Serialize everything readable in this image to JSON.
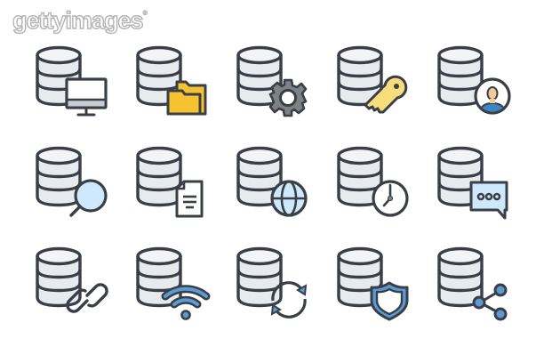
{
  "watermark": {
    "text": "gettyimages",
    "mark": "®"
  },
  "colors": {
    "stroke": "#3a3f47",
    "db_fill": "#e8ebed",
    "db_fill_top": "#f2f4f5",
    "folder_yellow": "#f5c330",
    "key_yellow": "#f7de7a",
    "light_blue": "#cde9fb",
    "mid_blue": "#5b9bd5",
    "gear_gray": "#7d8287",
    "monitor_gray": "#c9cdd1",
    "skin": "#f1c99a",
    "user_blue": "#3b86c6"
  },
  "icons": [
    {
      "row": 0,
      "col": 0,
      "name": "database-monitor-icon",
      "label": "Database with monitor"
    },
    {
      "row": 0,
      "col": 1,
      "name": "database-folder-icon",
      "label": "Database with folder"
    },
    {
      "row": 0,
      "col": 2,
      "name": "database-gear-icon",
      "label": "Database with gear"
    },
    {
      "row": 0,
      "col": 3,
      "name": "database-key-icon",
      "label": "Database with key"
    },
    {
      "row": 0,
      "col": 4,
      "name": "database-user-icon",
      "label": "Database with user"
    },
    {
      "row": 1,
      "col": 0,
      "name": "database-search-icon",
      "label": "Database with magnifier"
    },
    {
      "row": 1,
      "col": 1,
      "name": "database-document-icon",
      "label": "Database with document"
    },
    {
      "row": 1,
      "col": 2,
      "name": "database-globe-icon",
      "label": "Database with globe"
    },
    {
      "row": 1,
      "col": 3,
      "name": "database-clock-icon",
      "label": "Database with clock"
    },
    {
      "row": 1,
      "col": 4,
      "name": "database-chat-icon",
      "label": "Database with chat bubble"
    },
    {
      "row": 2,
      "col": 0,
      "name": "database-link-icon",
      "label": "Database with chain link"
    },
    {
      "row": 2,
      "col": 1,
      "name": "database-wifi-icon",
      "label": "Database with wifi"
    },
    {
      "row": 2,
      "col": 2,
      "name": "database-sync-icon",
      "label": "Database with sync arrows"
    },
    {
      "row": 2,
      "col": 3,
      "name": "database-shield-icon",
      "label": "Database with shield"
    },
    {
      "row": 2,
      "col": 4,
      "name": "database-share-icon",
      "label": "Database with share"
    }
  ]
}
